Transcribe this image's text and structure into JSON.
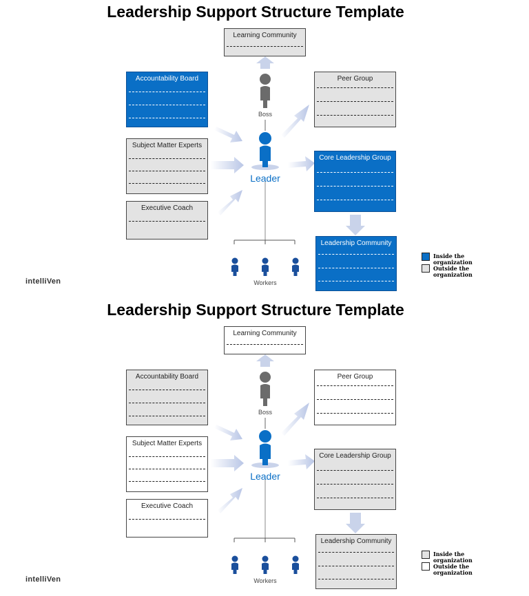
{
  "panels": [
    {
      "title": "Leadership Support Structure Template",
      "boxes": {
        "learning_community": "Learning Community",
        "accountability_board": "Accountability Board",
        "subject_matter_experts": "Subject Matter Experts",
        "executive_coach": "Executive Coach",
        "peer_group": "Peer Group",
        "core_leadership_group": "Core Leadership Group",
        "leadership_community": "Leadership Community"
      },
      "box_fill": {
        "learning_community": "gray",
        "accountability_board": "blue",
        "subject_matter_experts": "gray",
        "executive_coach": "gray",
        "peer_group": "gray",
        "core_leadership_group": "blue",
        "leadership_community": "blue"
      },
      "figures": {
        "boss": "Boss",
        "leader": "Leader",
        "workers": "Workers"
      },
      "legend": [
        {
          "text": "Inside the organization",
          "color": "#0a6fc6"
        },
        {
          "text": "Outside the organization",
          "color": "#e3e3e3"
        }
      ],
      "brand": "intelliVen"
    },
    {
      "title": "Leadership Support Structure Template",
      "boxes": {
        "learning_community": "Learning Community",
        "accountability_board": "Accountability Board",
        "subject_matter_experts": "Subject Matter Experts",
        "executive_coach": "Executive Coach",
        "peer_group": "Peer Group",
        "core_leadership_group": "Core Leadership Group",
        "leadership_community": "Leadership Community"
      },
      "box_fill": {
        "learning_community": "white",
        "accountability_board": "gray",
        "subject_matter_experts": "white",
        "executive_coach": "white",
        "peer_group": "white",
        "core_leadership_group": "gray",
        "leadership_community": "gray"
      },
      "figures": {
        "boss": "Boss",
        "leader": "Leader",
        "workers": "Workers"
      },
      "legend": [
        {
          "text": "Inside the organization",
          "color": "#e3e3e3"
        },
        {
          "text": "Outside the organization",
          "color": "#ffffff"
        }
      ],
      "brand": "intelliVen"
    }
  ],
  "colors": {
    "blue": "#0a6fc6",
    "gray": "#e3e3e3",
    "white": "#ffffff",
    "arrow": "#c9d3ea",
    "boss": "#6b6b6b"
  }
}
